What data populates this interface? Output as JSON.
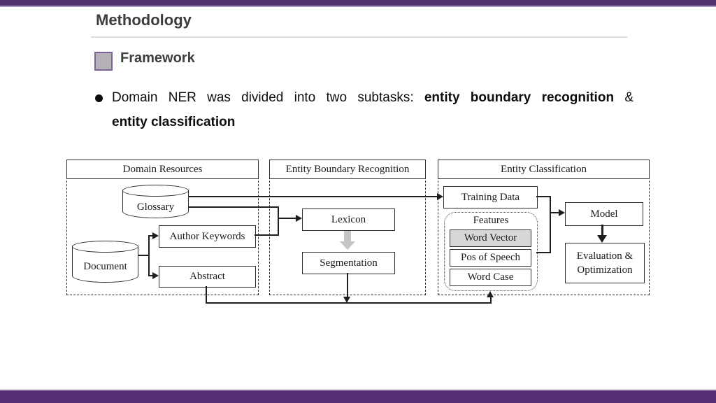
{
  "slide": {
    "title": "Methodology",
    "section_label": "Framework",
    "bullet": {
      "line1_regular": "Domain NER was divided into two subtasks:",
      "line1_bold": "entity boundary recognition",
      "line1_suffix": "&",
      "line2_bold": "entity classification"
    }
  },
  "colors": {
    "accent_purple_top": "#53336e",
    "accent_purple_bottom": "#552e78",
    "accent_light_strip": "#a697c2",
    "heading_gray": "#3d3d3d",
    "framework_square_fill": "#b5b1b6",
    "framework_square_border": "#7c6396",
    "diagram_line": "#1f1f1f",
    "gray_block_arrow": "#c5c5c5",
    "word_vector_fill": "#d8d8d8"
  },
  "diagram": {
    "sections": [
      {
        "title": "Domain Resources"
      },
      {
        "title": "Entity Boundary Recognition"
      },
      {
        "title": "Entity Classification"
      }
    ],
    "nodes": {
      "glossary": "Glossary",
      "document": "Document",
      "author_keywords": "Author Keywords",
      "abstract": "Abstract",
      "lexicon": "Lexicon",
      "segmentation": "Segmentation",
      "training_data": "Training Data",
      "features": "Features",
      "word_vector": "Word Vector",
      "pos_of_speech": "Pos of Speech",
      "word_case": "Word Case",
      "model": "Model",
      "evaluation": "Evaluation & Optimization"
    }
  }
}
